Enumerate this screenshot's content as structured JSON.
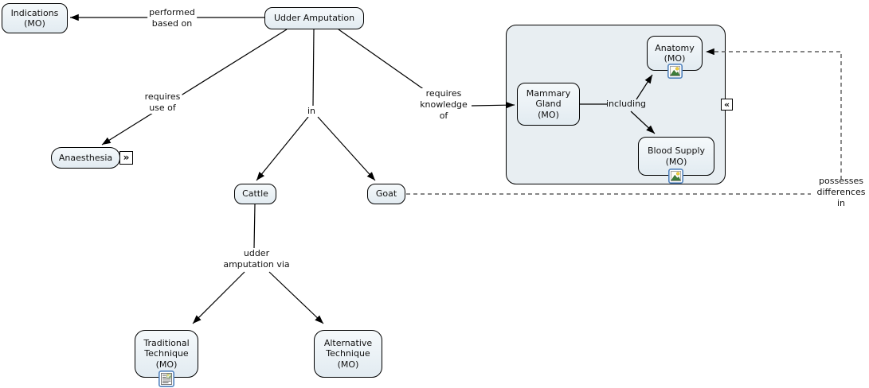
{
  "diagram": {
    "type": "concept-map",
    "nodes": {
      "indications": "Indications\n(MO)",
      "udder_amputation": "Udder Amputation",
      "anaesthesia": "Anaesthesia",
      "cattle": "Cattle",
      "goat": "Goat",
      "mammary_gland": "Mammary\nGland\n(MO)",
      "anatomy": "Anatomy\n(MO)",
      "blood_supply": "Blood Supply\n(MO)",
      "traditional_technique": "Traditional\nTechnique\n(MO)",
      "alternative_technique": "Alternative\nTechnique\n(MO)"
    },
    "links": {
      "performed_based_on": "performed\nbased on",
      "requires_use_of": "requires\nuse of",
      "in_label": "in",
      "requires_knowledge_of": "requires\nknowledge\nof",
      "including": "including",
      "udder_amputation_via": "udder\namputation via",
      "possesses_differences_in": "possesses\ndifferences\nin"
    },
    "icons": {
      "expand_right_glyph": "»",
      "collapse_left_glyph": "«",
      "picture_icon": "image-resource",
      "document_icon": "document-resource"
    },
    "colors": {
      "node_top": "#f5f9fb",
      "node_bottom": "#e2ebf1",
      "container_fill": "#e8eef2",
      "line": "#000000",
      "dash": "#3f3f3f",
      "icon_border": "#4f81bd"
    }
  }
}
